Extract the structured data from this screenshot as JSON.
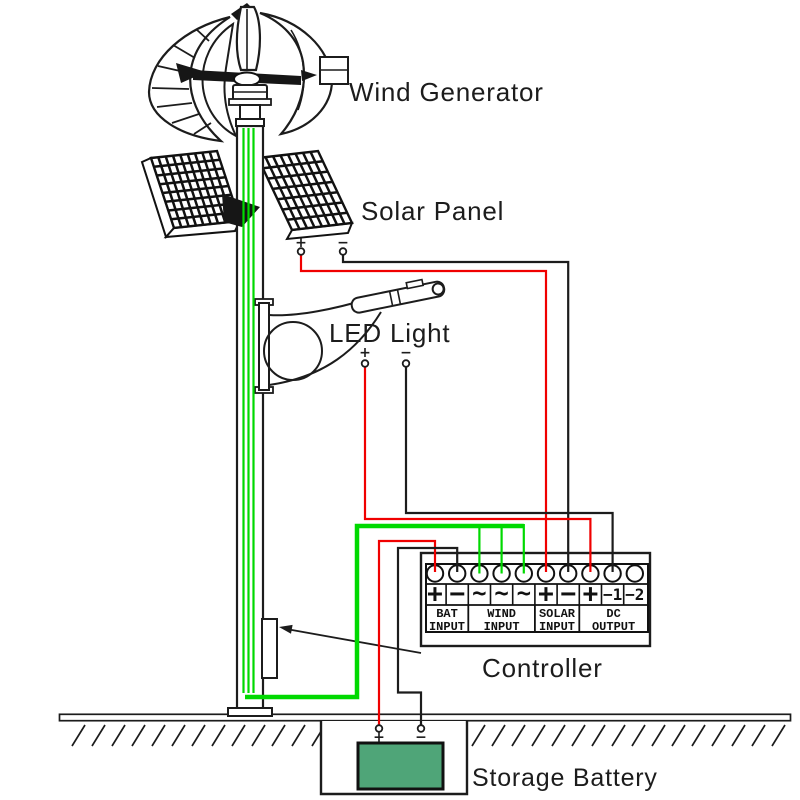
{
  "labels": {
    "wind_generator": "Wind Generator",
    "solar_panel": "Solar Panel",
    "led_light": "LED Light",
    "controller": "Controller",
    "storage_battery": "Storage Battery"
  },
  "polarity": {
    "plus": "+",
    "minus": "−"
  },
  "controller": {
    "terminal_symbols": [
      "+",
      "−",
      "~",
      "~",
      "~",
      "+",
      "−",
      "+",
      "−1",
      "−2"
    ],
    "groups": [
      {
        "line1": "BAT",
        "line2": "INPUT"
      },
      {
        "line1": "WIND",
        "line2": "INPUT"
      },
      {
        "line1": "SOLAR",
        "line2": "INPUT"
      },
      {
        "line1": "DC",
        "line2": "OUTPUT"
      }
    ]
  },
  "colors": {
    "wire_red": "#f00000",
    "wire_green": "#00d900",
    "wire_black": "#1c1c1c",
    "line": "#1c1c1c",
    "battery_fill": "#4fa578"
  }
}
